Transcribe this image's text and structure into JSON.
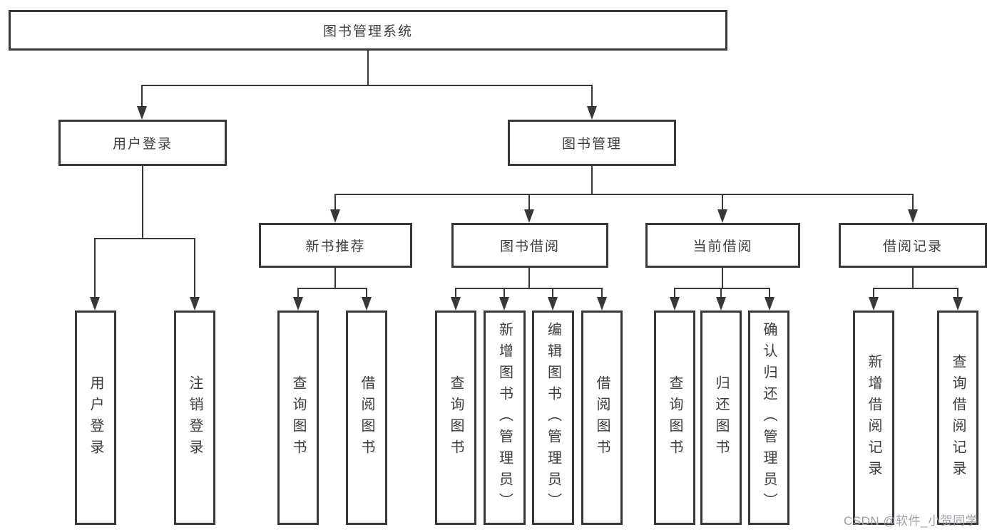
{
  "colors": {
    "line": "#383838",
    "text": "#3c3c3c",
    "background": "#ffffff",
    "watermark": "#9b9ea6"
  },
  "watermark": {
    "text": "CSDN @软件_小贺同学"
  },
  "tree": {
    "label": "图书管理系统",
    "children": [
      {
        "label": "用户登录",
        "children": [
          {
            "label": "用户登录"
          },
          {
            "label": "注销登录"
          }
        ]
      },
      {
        "label": "图书管理",
        "children": [
          {
            "label": "新书推荐",
            "children": [
              {
                "label": "查询图书"
              },
              {
                "label": "借阅图书"
              }
            ]
          },
          {
            "label": "图书借阅",
            "children": [
              {
                "label": "查询图书"
              },
              {
                "label": "新增图书（管理员）"
              },
              {
                "label": "编辑图书（管理员）"
              },
              {
                "label": "借阅图书"
              }
            ]
          },
          {
            "label": "当前借阅",
            "children": [
              {
                "label": "查询图书"
              },
              {
                "label": "归还图书"
              },
              {
                "label": "确认归还（管理员）"
              }
            ]
          },
          {
            "label": "借阅记录",
            "children": [
              {
                "label": "新增借阅记录"
              },
              {
                "label": "查询借阅记录"
              }
            ]
          }
        ]
      }
    ]
  }
}
